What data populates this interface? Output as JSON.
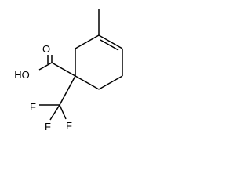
{
  "molecule": {
    "atoms": {
      "oxygen_double": "O",
      "hydroxyl": "HO",
      "fluorine_left": "F",
      "fluorine_bottom": "F",
      "fluorine_right": "F"
    },
    "line_color": "#000000",
    "background": "#ffffff"
  }
}
